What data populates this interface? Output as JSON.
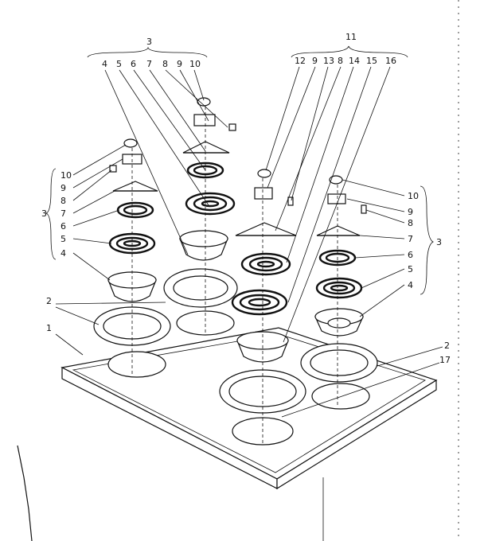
{
  "diagram": {
    "colors": {
      "ink": "#111111",
      "paper": "#ffffff"
    },
    "callouts": {
      "group_left_top": "3",
      "group_right_top": "11",
      "top_left_seq": [
        "4",
        "5",
        "6",
        "7",
        "8",
        "9",
        "10"
      ],
      "top_right_seq": [
        "12",
        "9",
        "13",
        "8",
        "14",
        "15",
        "16"
      ],
      "left_side": [
        "10",
        "9",
        "8",
        "7",
        "6",
        "5",
        "4"
      ],
      "left_side_group": "3",
      "right_side": [
        "10",
        "9",
        "8",
        "7",
        "6",
        "5",
        "4"
      ],
      "right_side_group": "3",
      "ring": "2",
      "cooktop": "1",
      "ring_right": "2",
      "trim": "17"
    }
  }
}
